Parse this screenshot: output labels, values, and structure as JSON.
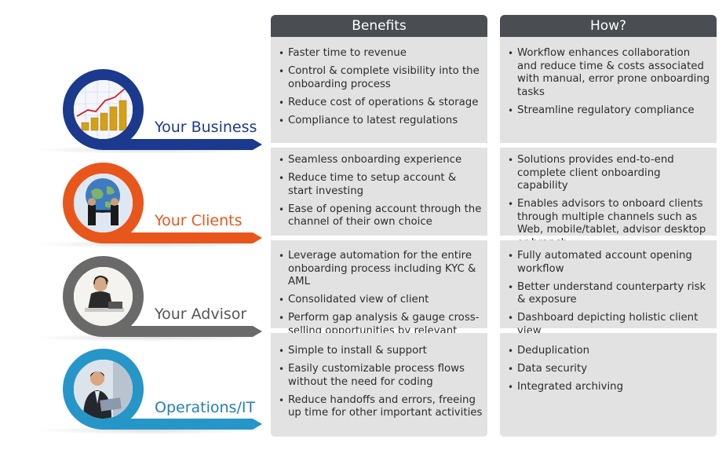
{
  "headers": {
    "benefits": "Benefits",
    "how": "How?"
  },
  "rows": [
    {
      "label": "Your Business",
      "color": "#1b3a8e",
      "icon": "coins-growth-icon",
      "benefits": [
        "Faster time to revenue",
        "Control & complete visibility into the onboarding process",
        "Reduce cost of operations & storage",
        "Compliance to latest regulations"
      ],
      "how": [
        "Workflow enhances collaboration and reduce time & costs associated with manual, error prone onboarding tasks",
        "Streamline regulatory compliance"
      ]
    },
    {
      "label": "Your Clients",
      "color": "#e8561c",
      "icon": "handshake-globe-icon",
      "benefits": [
        "Seamless onboarding experience",
        "Reduce time to setup account & start investing",
        "Ease of opening account through the channel of their own choice"
      ],
      "how": [
        "Solutions provides end-to-end complete client onboarding capability",
        "Enables advisors to onboard clients through multiple channels such as Web, mobile/tablet, advisor desktop or branch"
      ]
    },
    {
      "label": "Your Advisor",
      "color": "#6a6a6a",
      "icon": "advisor-headset-icon",
      "benefits": [
        "Leverage automation for the entire onboarding process including KYC & AML",
        "Consolidated view of client",
        "Perform gap analysis & gauge cross-selling opportunities by relevant reports"
      ],
      "how": [
        "Fully automated account opening workflow",
        "Better understand counterparty risk & exposure",
        "Dashboard depicting holistic client view"
      ]
    },
    {
      "label": "Operations/IT",
      "color": "#2696c8",
      "icon": "businessman-laptop-icon",
      "benefits": [
        "Simple to install & support",
        "Easily customizable process flows without the need for coding",
        "Reduce handoffs and errors, freeing up time for other important activities"
      ],
      "how": [
        "Deduplication",
        "Data security",
        "Integrated archiving"
      ]
    }
  ]
}
